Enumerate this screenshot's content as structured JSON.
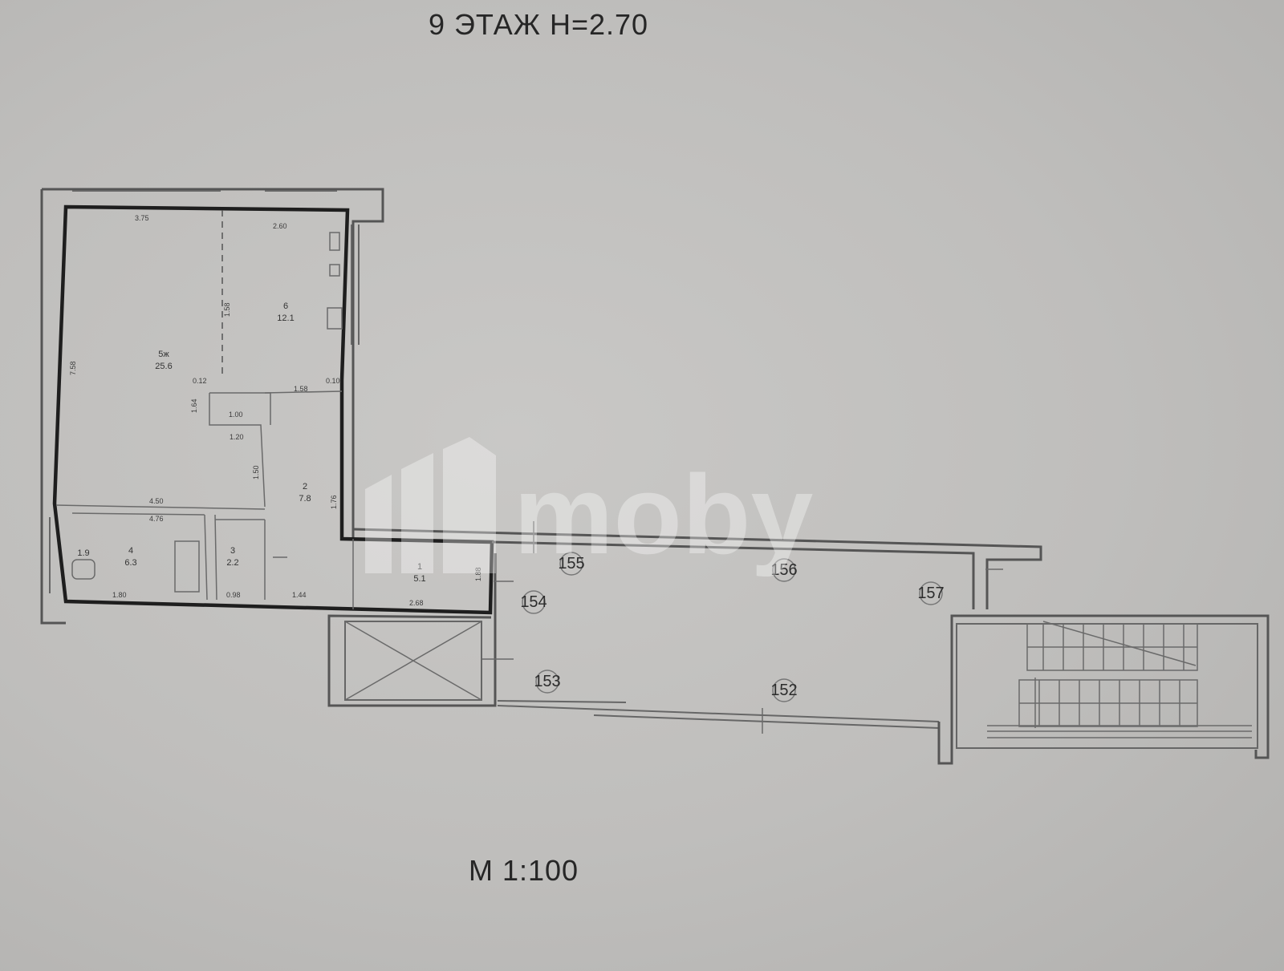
{
  "header": {
    "floor_title": "9 ЭТАЖ   Н=2.70"
  },
  "footer": {
    "scale": "М 1:100"
  },
  "watermark": {
    "text": "moby",
    "icon": "moby-logo-icon"
  },
  "rooms": [
    {
      "num": "5ж",
      "area": "25.6"
    },
    {
      "num": "6",
      "area": "12.1"
    },
    {
      "num": "2",
      "area": "7.8"
    },
    {
      "num": "4",
      "area": "6.3"
    },
    {
      "num": "3",
      "area": "2.2"
    },
    {
      "num": "1",
      "area": "5.1"
    },
    {
      "num": "",
      "area": "1.9"
    }
  ],
  "dimensions": [
    "3.75",
    "2.60",
    "1.58",
    "7.58",
    "0.12",
    "0.10",
    "1.00",
    "1.20",
    "1.50",
    "4.50",
    "4.76",
    "1.80",
    "0.98",
    "1.44",
    "2.68",
    "1.58",
    "1.76",
    "1.88",
    "1.64"
  ],
  "cells": [
    "155",
    "156",
    "157",
    "154",
    "153",
    "152"
  ],
  "colors": {
    "paper": "#c4c3c1",
    "wall": "#555555",
    "apartment_outline": "#1e1e1e"
  }
}
